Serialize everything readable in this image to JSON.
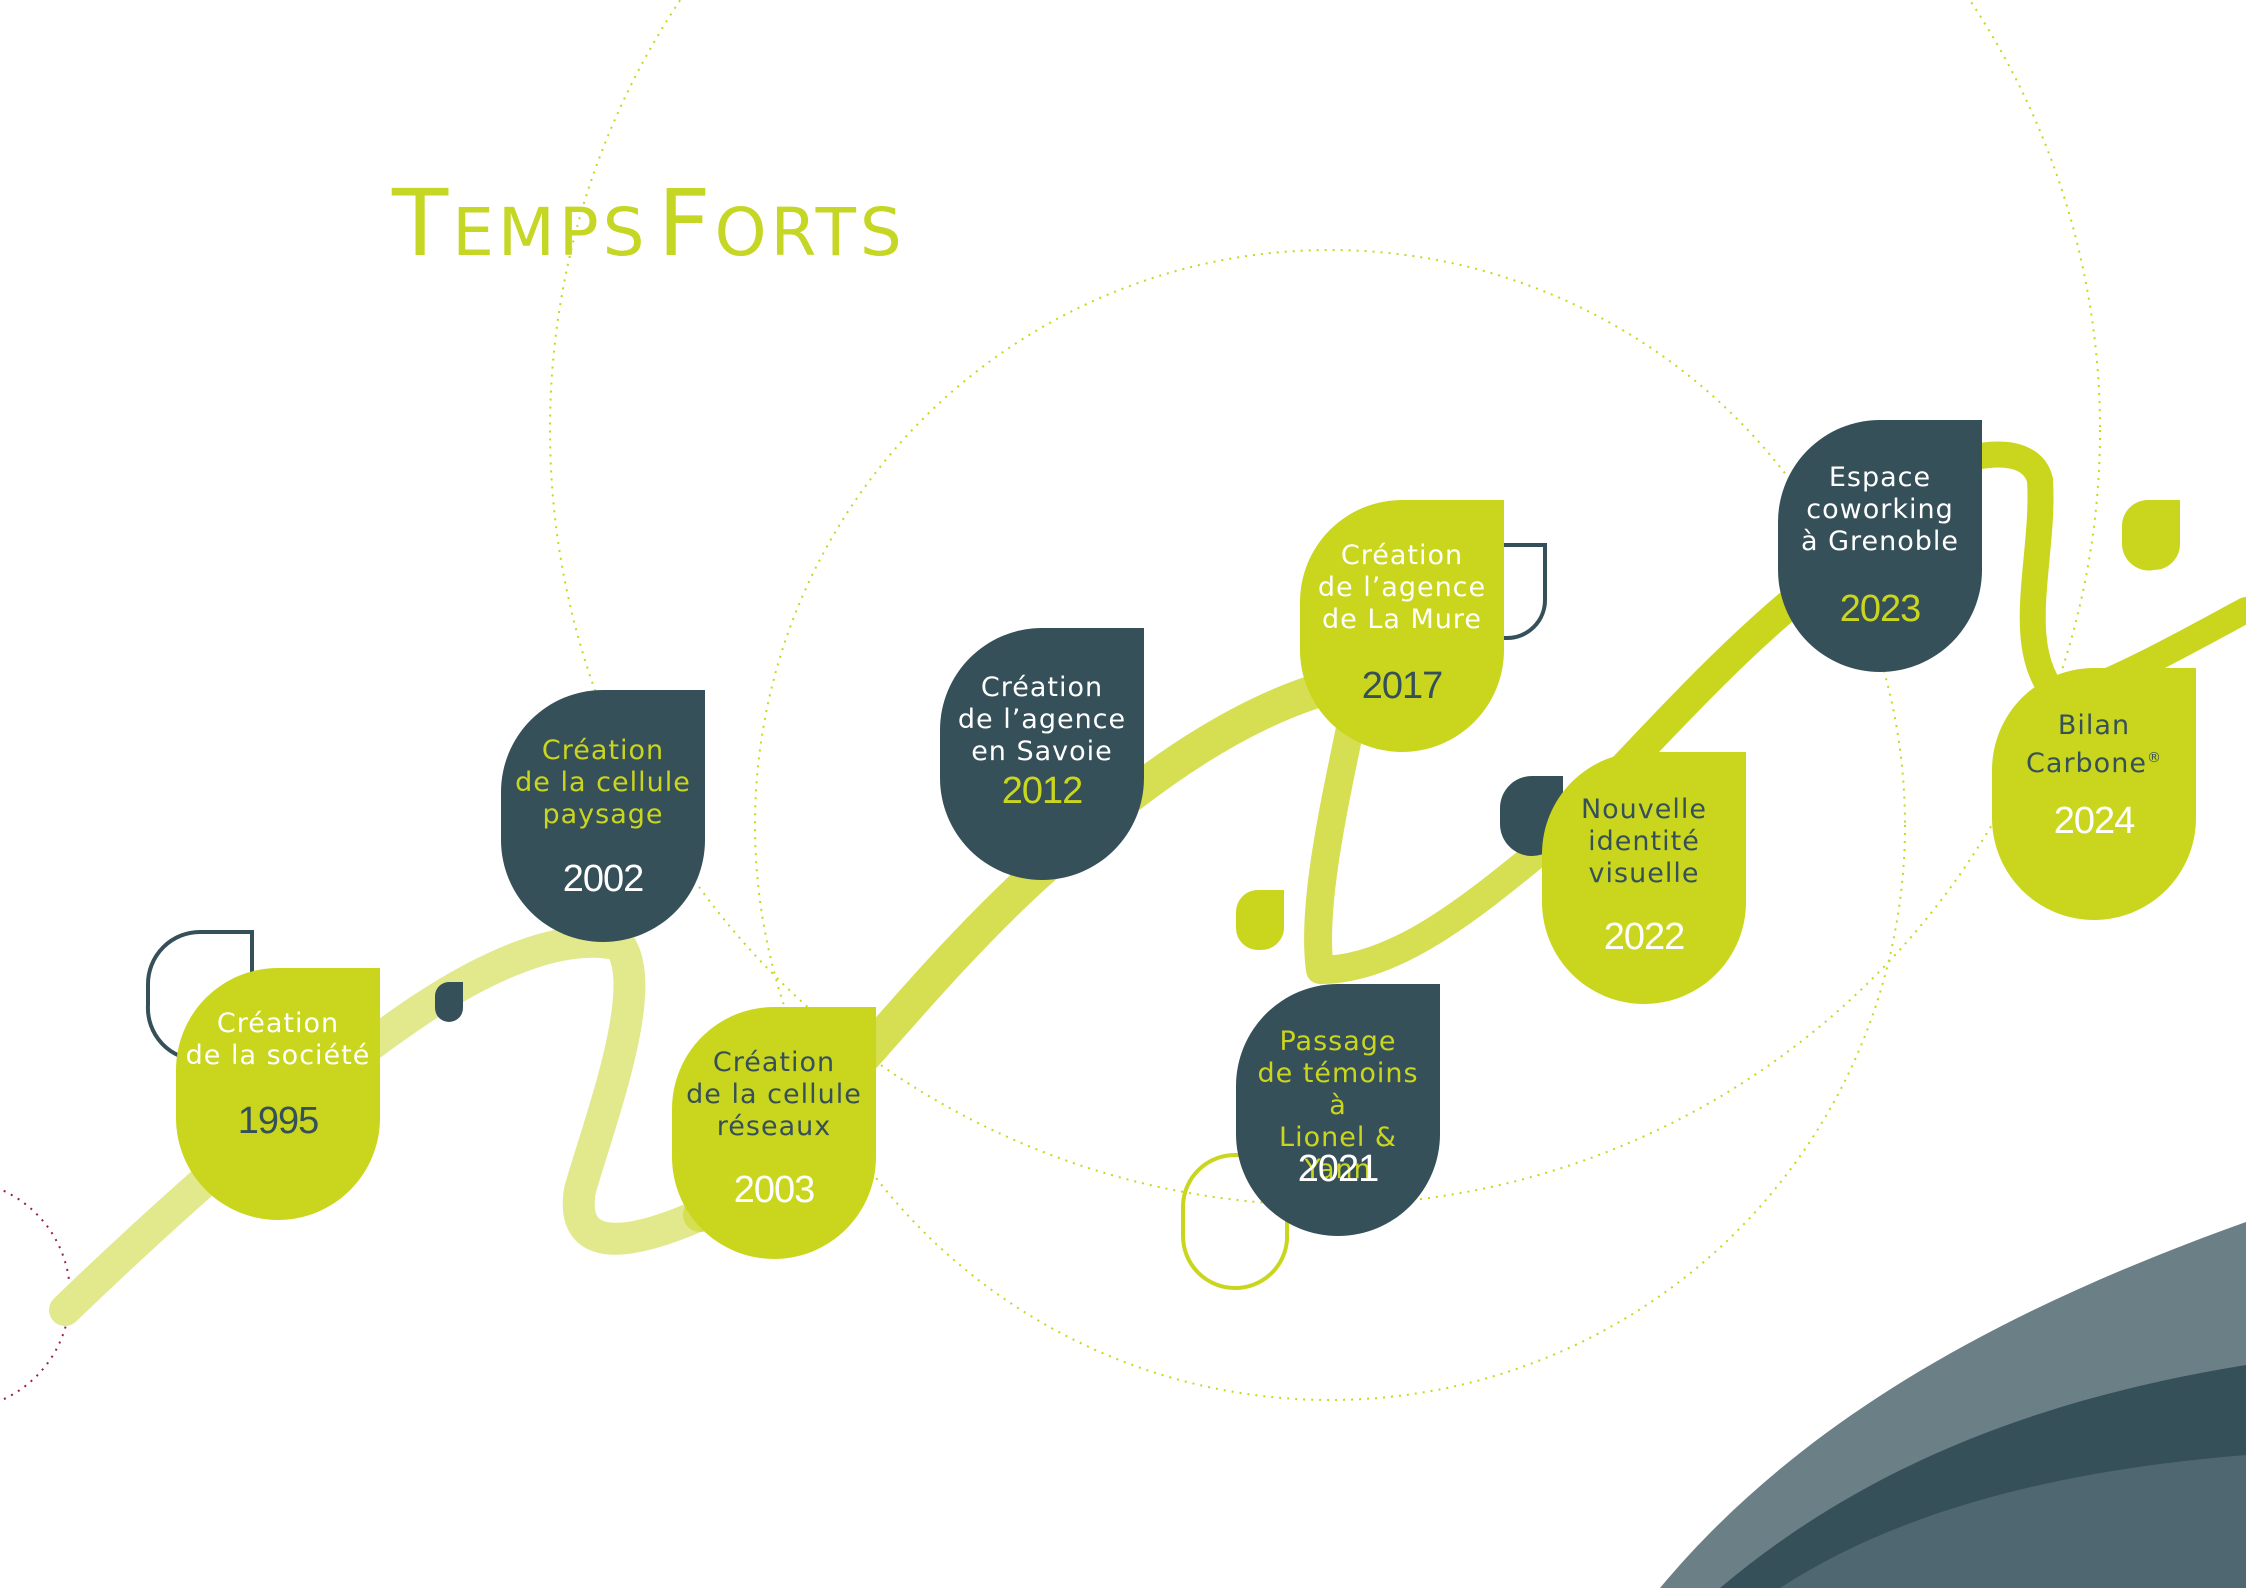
{
  "title": {
    "cap1": "T",
    "rest1": "EMPS",
    "cap2": "F",
    "rest2": "ORTS"
  },
  "colors": {
    "lime": "#cad61e",
    "lime_light": "#dde369",
    "dark": "#36505a",
    "slate": "#6b7f86"
  },
  "milestones": [
    {
      "label": "Création\nde la société",
      "year": "1995",
      "style": "lime",
      "label_color": "#ffffff",
      "year_color": "#36505a"
    },
    {
      "label": "Création\nde la cellule\npaysage",
      "year": "2002",
      "style": "dark",
      "label_color": "#cad61e",
      "year_color": "#ffffff"
    },
    {
      "label": "Création\nde la cellule\nréseaux",
      "year": "2003",
      "style": "lime",
      "label_color": "#36505a",
      "year_color": "#ffffff"
    },
    {
      "label": "Création\nde l’agence\nen Savoie",
      "year": "2012",
      "style": "dark",
      "label_color": "#ffffff",
      "year_color": "#cad61e"
    },
    {
      "label": "Création\nde l’agence\nde La Mure",
      "year": "2017",
      "style": "lime",
      "label_color": "#ffffff",
      "year_color": "#36505a"
    },
    {
      "label": "Passage\nde témoins à\nLionel & Yann",
      "year": "2021",
      "style": "dark",
      "label_color": "#cad61e",
      "year_color": "#ffffff"
    },
    {
      "label": "Nouvelle\nidentité\nvisuelle",
      "year": "2022",
      "style": "lime",
      "label_color": "#36505a",
      "year_color": "#ffffff"
    },
    {
      "label": "Espace\ncoworking\nà Grenoble",
      "year": "2023",
      "style": "dark",
      "label_color": "#ffffff",
      "year_color": "#cad61e"
    },
    {
      "label": "Bilan\nCarbone",
      "label_mark": "®",
      "year": "2024",
      "style": "lime",
      "label_color": "#36505a",
      "year_color": "#ffffff"
    }
  ]
}
